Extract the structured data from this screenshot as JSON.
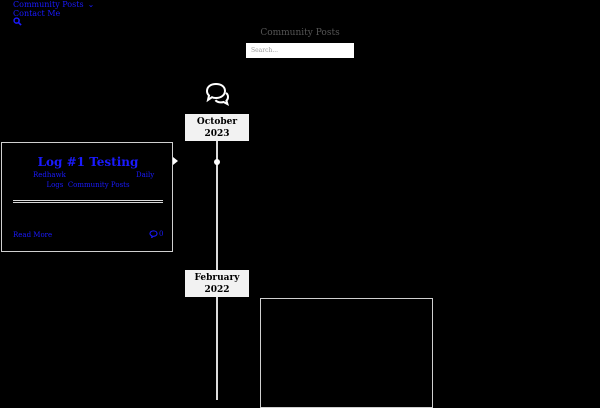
{
  "nav": {
    "items": [
      {
        "label": "Community Posts",
        "has_dropdown": true
      },
      {
        "label": "Contact Me",
        "has_dropdown": false
      }
    ],
    "search_icon": "search-icon"
  },
  "page": {
    "title": "Community Posts"
  },
  "search": {
    "placeholder": "Search..."
  },
  "timeline": {
    "header_icon": "comments-icon",
    "groups": [
      {
        "month": "October",
        "year": "2023"
      },
      {
        "month": "February",
        "year": "2022"
      }
    ]
  },
  "posts": [
    {
      "title": "Log #1 Testing",
      "author": "Redhawk",
      "category": "Daily",
      "tags_label": "Logs",
      "tags_link": "Community Posts",
      "read_more": "Read More",
      "comments_count": "0"
    }
  ],
  "colors": {
    "background": "#000000",
    "link": "#1a1aff",
    "date_box": "#f2f2f2",
    "timeline_line": "#dcdcdc"
  }
}
